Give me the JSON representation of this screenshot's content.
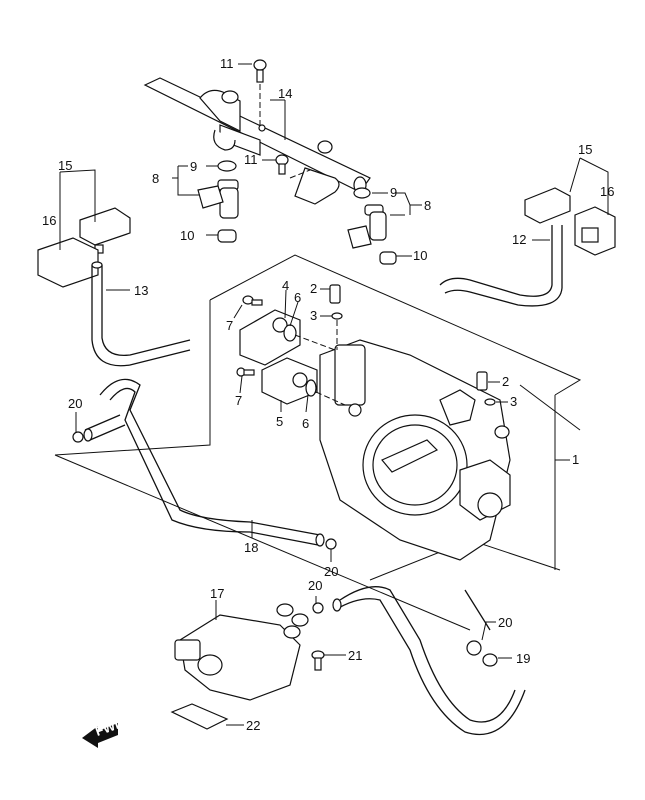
{
  "diagram": {
    "title": "Throttle Body Assembly Exploded View",
    "callouts": [
      {
        "id": "c1",
        "label": "1"
      },
      {
        "id": "c2a",
        "label": "2"
      },
      {
        "id": "c2b",
        "label": "2"
      },
      {
        "id": "c3a",
        "label": "3"
      },
      {
        "id": "c3b",
        "label": "3"
      },
      {
        "id": "c4",
        "label": "4"
      },
      {
        "id": "c5",
        "label": "5"
      },
      {
        "id": "c6a",
        "label": "6"
      },
      {
        "id": "c6b",
        "label": "6"
      },
      {
        "id": "c7a",
        "label": "7"
      },
      {
        "id": "c7b",
        "label": "7"
      },
      {
        "id": "c8a",
        "label": "8"
      },
      {
        "id": "c8b",
        "label": "8"
      },
      {
        "id": "c9a",
        "label": "9"
      },
      {
        "id": "c9b",
        "label": "9"
      },
      {
        "id": "c10a",
        "label": "10"
      },
      {
        "id": "c10b",
        "label": "10"
      },
      {
        "id": "c11a",
        "label": "11"
      },
      {
        "id": "c11b",
        "label": "11"
      },
      {
        "id": "c12",
        "label": "12"
      },
      {
        "id": "c13",
        "label": "13"
      },
      {
        "id": "c14",
        "label": "14"
      },
      {
        "id": "c15a",
        "label": "15"
      },
      {
        "id": "c15b",
        "label": "15"
      },
      {
        "id": "c16a",
        "label": "16"
      },
      {
        "id": "c16b",
        "label": "16"
      },
      {
        "id": "c17",
        "label": "17"
      },
      {
        "id": "c18",
        "label": "18"
      },
      {
        "id": "c19",
        "label": "19"
      },
      {
        "id": "c20a",
        "label": "20"
      },
      {
        "id": "c20b",
        "label": "20"
      },
      {
        "id": "c20c",
        "label": "20"
      },
      {
        "id": "c20d",
        "label": "20"
      },
      {
        "id": "c21",
        "label": "21"
      },
      {
        "id": "c22",
        "label": "22"
      }
    ],
    "fwd_arrow_label": "FWD"
  }
}
